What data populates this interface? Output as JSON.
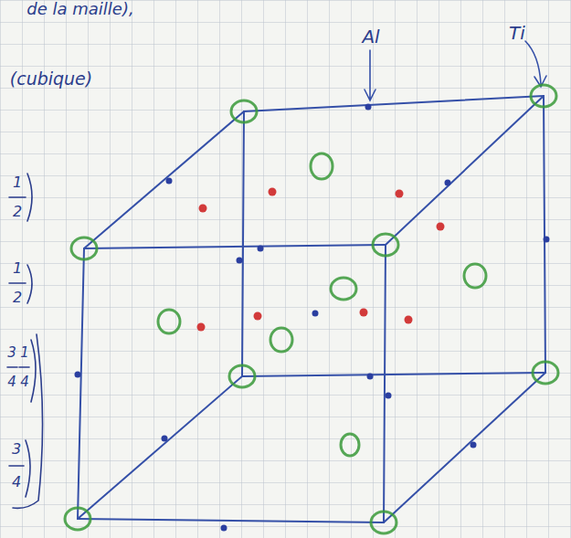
{
  "diagram": {
    "labels": [
      "de la maille),",
      "Al",
      "Ti",
      "(cubique)",
      "1",
      "2",
      "1",
      "2",
      "3",
      "1",
      "4",
      "4",
      "3",
      "4"
    ]
  }
}
